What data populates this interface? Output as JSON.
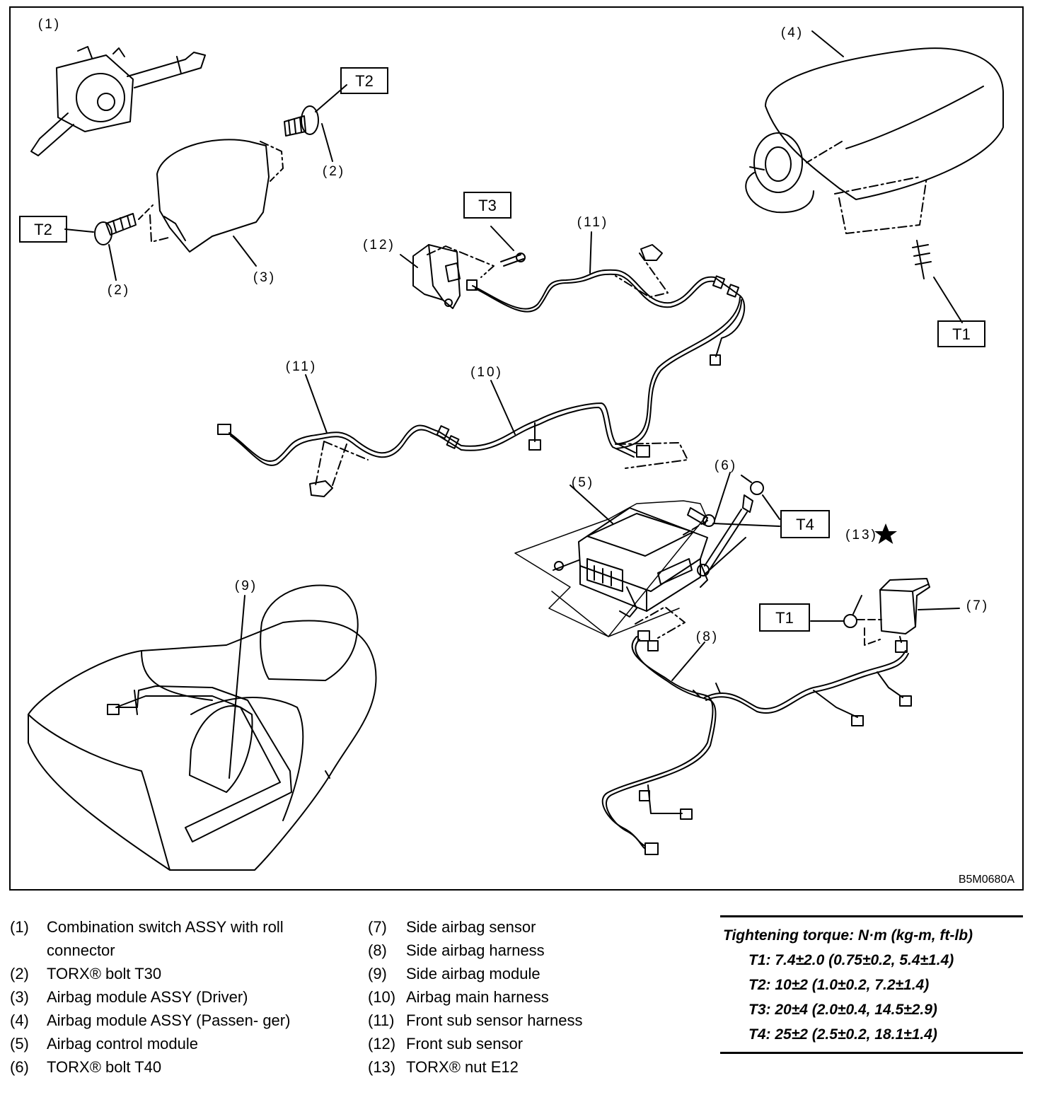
{
  "diagram": {
    "callouts": [
      "(1)",
      "(2)",
      "(2)",
      "(3)",
      "(4)",
      "(5)",
      "(6)",
      "(7)",
      "(8)",
      "(9)",
      "(10)",
      "(11)",
      "(11)",
      "(12)",
      "(13)"
    ],
    "torque_tags": [
      "T1",
      "T1",
      "T2",
      "T2",
      "T3",
      "T4"
    ],
    "figure_code": "B5M0680A"
  },
  "legend_left": [
    {
      "num": "(1)",
      "text": "Combination switch ASSY with roll connector"
    },
    {
      "num": "(2)",
      "text": "TORX® bolt T30"
    },
    {
      "num": "(3)",
      "text": "Airbag module ASSY (Driver)"
    },
    {
      "num": "(4)",
      "text": "Airbag module ASSY (Passen- ger)"
    },
    {
      "num": "(5)",
      "text": "Airbag control module"
    },
    {
      "num": "(6)",
      "text": "TORX® bolt T40"
    }
  ],
  "legend_mid": [
    {
      "num": "(7)",
      "text": "Side airbag sensor"
    },
    {
      "num": "(8)",
      "text": "Side airbag harness"
    },
    {
      "num": "(9)",
      "text": "Side airbag module"
    },
    {
      "num": "(10)",
      "text": "Airbag main harness"
    },
    {
      "num": "(11)",
      "text": "Front sub sensor harness"
    },
    {
      "num": "(12)",
      "text": "Front sub sensor"
    },
    {
      "num": "(13)",
      "text": "TORX® nut E12"
    }
  ],
  "torque": {
    "title": "Tightening torque: N·m (kg-m, ft-lb)",
    "t1": "T1: 7.4±2.0 (0.75±0.2, 5.4±1.4)",
    "t2": "T2: 10±2 (1.0±0.2, 7.2±1.4)",
    "t3": "T3: 20±4 (2.0±0.4, 14.5±2.9)",
    "t4": "T4: 25±2 (2.5±0.2, 18.1±1.4)"
  }
}
